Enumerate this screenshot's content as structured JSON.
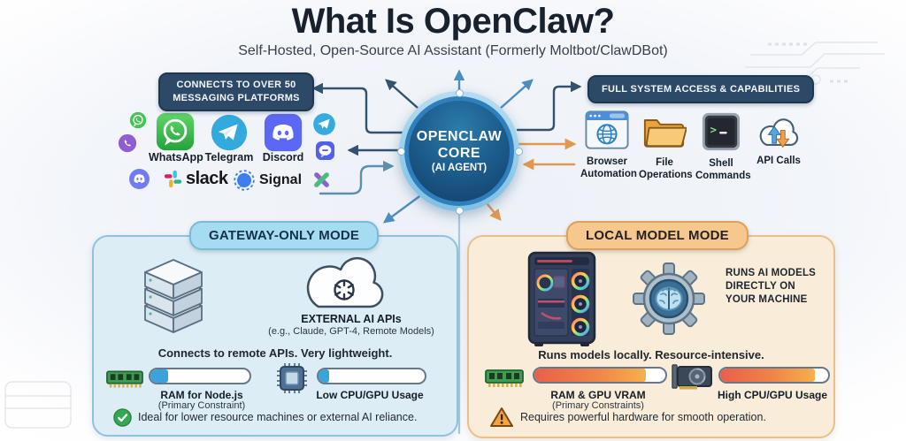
{
  "header": {
    "title": "What Is OpenClaw?",
    "subtitle": "Self-Hosted, Open-Source AI Assistant (Formerly Moltbot/ClawDBot)"
  },
  "core": {
    "line1": "OPENCLAW",
    "line2": "CORE",
    "line3": "(AI AGENT)"
  },
  "messaging": {
    "badge": "CONNECTS TO OVER 50 MESSAGING PLATFORMS",
    "platforms": [
      {
        "name": "whatsapp",
        "label": "WhatsApp"
      },
      {
        "name": "telegram",
        "label": "Telegram"
      },
      {
        "name": "discord",
        "label": "Discord"
      },
      {
        "name": "slack",
        "label": "slack"
      },
      {
        "name": "signal",
        "label": "Signal"
      }
    ]
  },
  "capabilities": {
    "badge": "FULL SYSTEM ACCESS & CAPABILITIES",
    "items": [
      {
        "label": "Browser Automation"
      },
      {
        "label": "File Operations"
      },
      {
        "label": "Shell Commands"
      },
      {
        "label": "API Calls"
      }
    ]
  },
  "gateway_mode": {
    "title": "GATEWAY-ONLY MODE",
    "api_title": "EXTERNAL AI APIs",
    "api_examples": "(e.g., Claude, GPT-4, Remote Models)",
    "description": "Connects to remote APIs. Very lightweight.",
    "ram": {
      "label": "RAM for Node.js",
      "sublabel": "(Primary Constraint)",
      "usage_pct": 18
    },
    "cpu": {
      "label": "Low CPU/GPU Usage",
      "usage_pct": 10
    },
    "note": "Ideal for lower resource machines or external AI reliance."
  },
  "local_mode": {
    "title": "LOCAL MODEL MODE",
    "gear_caption": "RUNS AI MODELS DIRECTLY ON YOUR MACHINE",
    "description": "Runs models locally. Resource-intensive.",
    "ram": {
      "label": "RAM & GPU VRAM",
      "sublabel": "(Primary Constraints)",
      "usage_pct": 85
    },
    "gpu": {
      "label": "High CPU/GPU Usage",
      "usage_pct": 88
    },
    "note": "Requires powerful hardware for smooth operation."
  },
  "colors": {
    "navy_badge": "#2c4a68",
    "core_blue": "#1d5e8e",
    "arrow_blue": "#4b8fc0",
    "arrow_dark": "#32526e",
    "arrow_orange": "#df9a4f",
    "gateway_bg": "#dcedf6",
    "gateway_border": "#8fc3dd",
    "gateway_badge_bg": "#a6dcf2",
    "local_bg": "#f9ecd8",
    "local_border": "#e9c08a",
    "local_badge_bg": "#f6c88e",
    "bar_low_fill": "#3ba3dc",
    "bar_high_from": "#e8604a",
    "bar_high_to": "#f6b04e",
    "check_green": "#35a853",
    "warn_orange": "#f5a243"
  }
}
